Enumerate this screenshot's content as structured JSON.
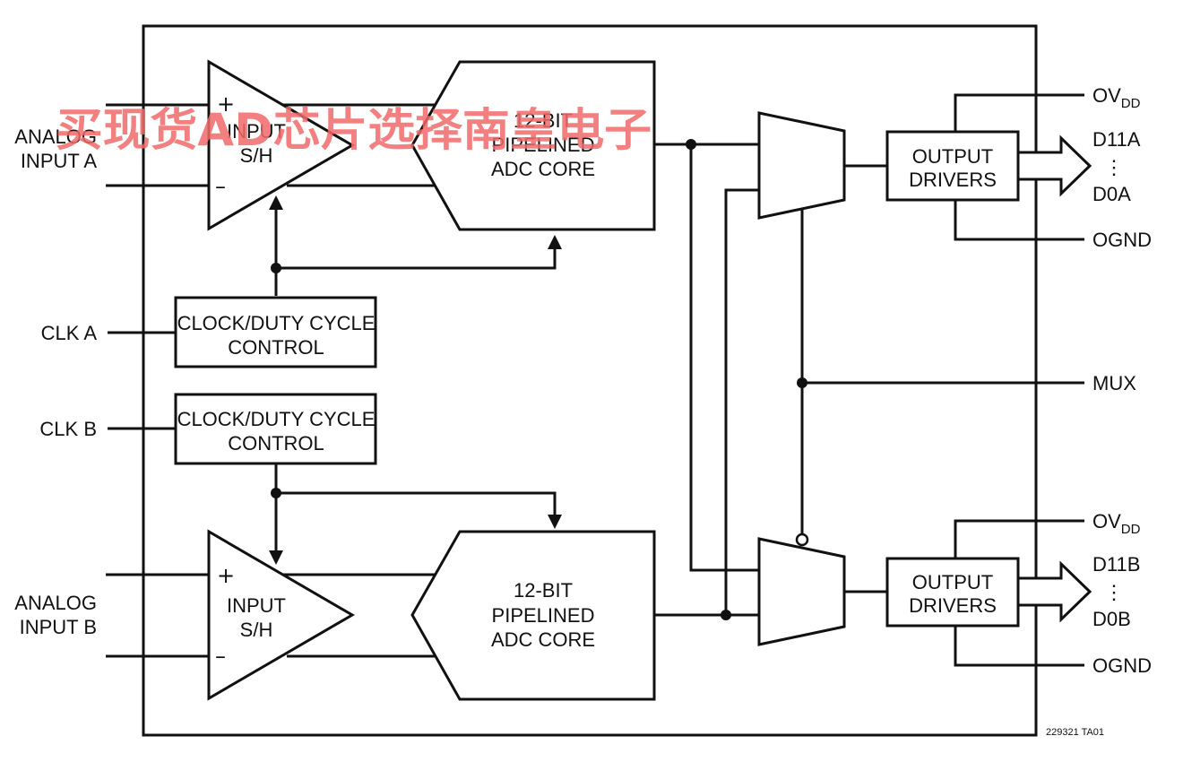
{
  "pins": {
    "analog_a": [
      "ANALOG",
      "INPUT A"
    ],
    "analog_b": [
      "ANALOG",
      "INPUT B"
    ],
    "clk_a": "CLK A",
    "clk_b": "CLK B",
    "ovdd_main": "OV",
    "ovdd_sub": "DD",
    "d11a": "D11A",
    "d0a": "D0A",
    "ognd": "OGND",
    "mux": "MUX",
    "d11b": "D11B",
    "d0b": "D0B",
    "ellipsis": "⋮"
  },
  "blocks": {
    "sh_a": [
      "INPUT",
      "S/H"
    ],
    "sh_b": [
      "INPUT",
      "S/H"
    ],
    "adc_a": [
      "12-BIT",
      "PIPELINED",
      "ADC CORE"
    ],
    "adc_b": [
      "12-BIT",
      "PIPELINED",
      "ADC CORE"
    ],
    "clk_ctrl_a": [
      "CLOCK/DUTY CYCLE",
      "CONTROL"
    ],
    "clk_ctrl_b": [
      "CLOCK/DUTY CYCLE",
      "CONTROL"
    ],
    "drivers_a": [
      "OUTPUT",
      "DRIVERS"
    ],
    "drivers_b": [
      "OUTPUT",
      "DRIVERS"
    ],
    "plus": "+",
    "minus": "–"
  },
  "figure_ref": "229321 TA01",
  "watermark": "买现货AD芯片选择南皇电子",
  "colors": {
    "line": "#111111",
    "watermark": "#f26a6a"
  }
}
